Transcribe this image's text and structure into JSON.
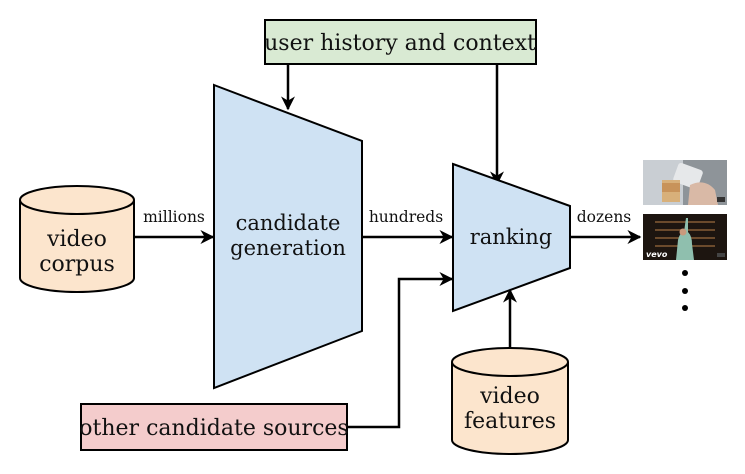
{
  "title": "Recommendation system architecture",
  "colors": {
    "input_box": "#d9ead3",
    "other_sources_box": "#f4cccc",
    "database": "#fce5cd",
    "model": "#cfe2f3",
    "stroke": "#000000"
  },
  "nodes": {
    "user_history": {
      "label": "user history and context"
    },
    "video_corpus": {
      "line1": "video",
      "line2": "corpus"
    },
    "candidate_generation": {
      "line1": "candidate",
      "line2": "generation"
    },
    "ranking": {
      "label": "ranking"
    },
    "other_sources": {
      "label": "other candidate sources"
    },
    "video_features": {
      "line1": "video",
      "line2": "features"
    }
  },
  "edges": {
    "corpus_to_candgen": "millions",
    "candgen_to_ranking": "hundreds",
    "ranking_to_output": "dozens"
  },
  "output": {
    "thumbnails": [
      {
        "description": "hand holding phone and coffee cup",
        "badge": "4:0"
      },
      {
        "description": "dancer music video",
        "brand": "vevo",
        "badge": "3:4"
      }
    ],
    "more_indicator": "ellipsis-vertical"
  }
}
